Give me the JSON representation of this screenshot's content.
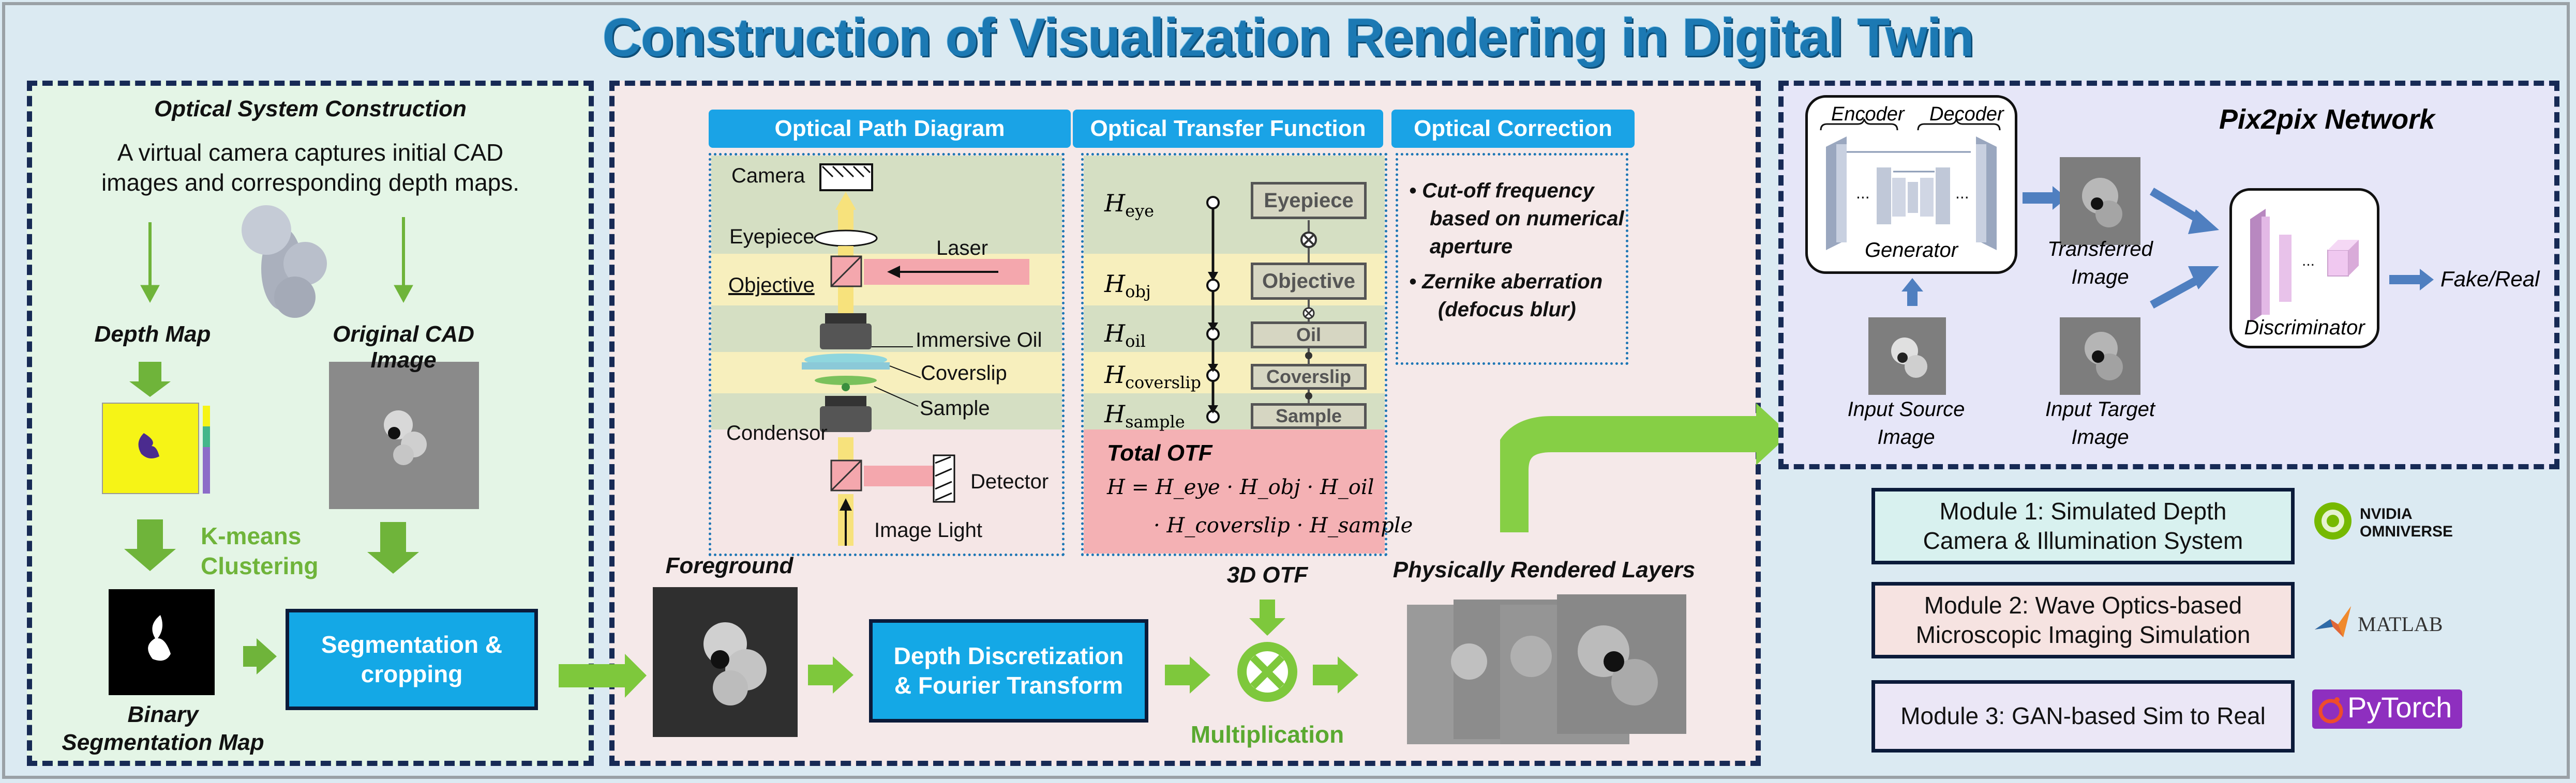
{
  "title": "Construction of Visualization Rendering in Digital Twin",
  "left": {
    "heading": "Optical System Construction",
    "description_line1": "A virtual camera captures initial CAD",
    "description_line2": "images and corresponding depth maps.",
    "depth_map": "Depth Map",
    "original_cad": "Original CAD Image",
    "kmeans_line1": "K-means",
    "kmeans_line2": "Clustering",
    "binary_line1": "Binary",
    "binary_line2": "Segmentation Map",
    "segmentation_line1": "Segmentation &",
    "segmentation_line2": "cropping"
  },
  "middle": {
    "optical_path_header": "Optical Path Diagram",
    "otf_header": "Optical Transfer Function",
    "correction_header": "Optical Correction",
    "camera": "Camera",
    "eyepiece": "Eyepiece",
    "laser": "Laser",
    "objective": "Objective",
    "immersive_oil": "Immersive Oil",
    "coverslip": "Coverslip",
    "sample": "Sample",
    "condensor": "Condensor",
    "detector": "Detector",
    "image_light": "Image Light",
    "otf_boxes": [
      "Eyepiece",
      "Objective",
      "Oil",
      "Coverslip",
      "Sample"
    ],
    "h_labels": [
      {
        "base": "H",
        "sub": "eye"
      },
      {
        "base": "H",
        "sub": "obj"
      },
      {
        "base": "H",
        "sub": "oil"
      },
      {
        "base": "H",
        "sub": "coverslip"
      },
      {
        "base": "H",
        "sub": "sample"
      }
    ],
    "total_otf": "Total OTF",
    "formula_line1": "H = H_eye · H_obj · H_oil",
    "formula_line2": "· H_coverslip · H_sample",
    "correction_item1_line1": "Cut-off frequency",
    "correction_item1_line2": "based on numerical",
    "correction_item1_line3": "aperture",
    "correction_item2_line1": "Zernike aberration",
    "correction_item2_line2": "(defocus blur)",
    "foreground": "Foreground",
    "depth_line1": "Depth Discretization",
    "depth_line2": "& Fourier Transform",
    "otf3d": "3D OTF",
    "multiplication": "Multiplication",
    "rendered_layers": "Physically Rendered Layers"
  },
  "right": {
    "network_title": "Pix2pix Network",
    "encoder": "Encoder",
    "decoder": "Decoder",
    "generator": "Generator",
    "transferred_line1": "Transferred",
    "transferred_line2": "Image",
    "discriminator": "Discriminator",
    "fake_real": "Fake/Real",
    "input_source_line1": "Input Source",
    "input_source_line2": "Image",
    "input_target_line1": "Input Target",
    "input_target_line2": "Image",
    "dots": "...",
    "module1_line1": "Module 1: Simulated Depth",
    "module1_line2": "Camera & Illumination System",
    "module2_line1": "Module 2: Wave Optics-based",
    "module2_line2": "Microscopic Imaging Simulation",
    "module3": "Module 3: GAN-based Sim to Real",
    "logo_nvidia_line1": "NVIDIA",
    "logo_nvidia_line2": "OMNIVERSE",
    "logo_matlab": "MATLAB",
    "logo_pytorch": "PyTorch"
  },
  "colors": {
    "title": "#1c79b3",
    "panel_border": "#172a55",
    "accent_blue": "#14a8e6",
    "arrow_green": "#7ec83c",
    "module1_bg": "#d8f1ef",
    "module2_bg": "#f6e3e1",
    "module3_bg": "#ebe7f6"
  }
}
